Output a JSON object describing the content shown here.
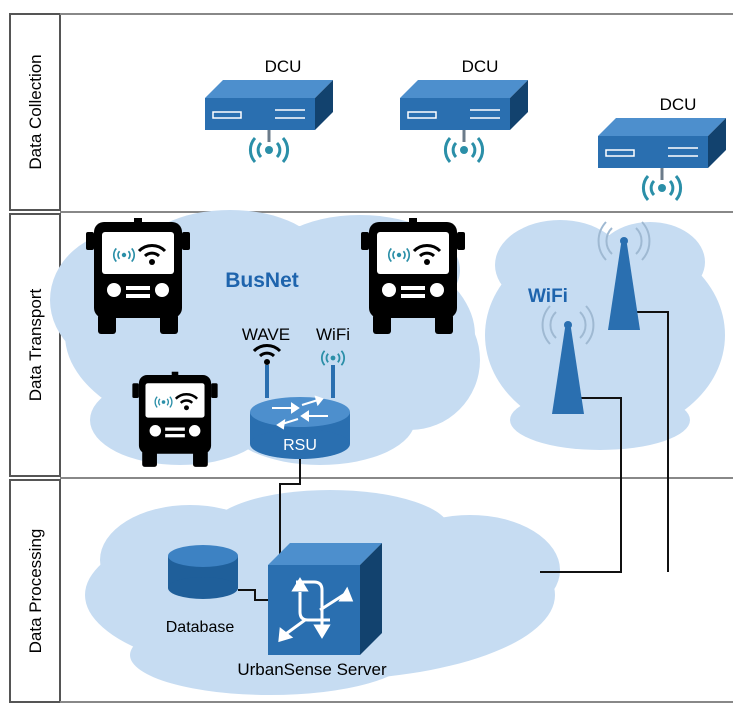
{
  "layers": {
    "collection": "Data Collection",
    "transport": "Data Transport",
    "processing": "Data Processing"
  },
  "labels": {
    "dcu": "DCU",
    "busnet": "BusNet",
    "wifi_cloud": "WiFi",
    "wave": "WAVE",
    "wifi_antenna": "WiFi",
    "rsu": "RSU",
    "database": "Database",
    "server": "UrbanSense Server"
  },
  "colors": {
    "device_blue": "#2a6fb0",
    "device_dark": "#12426e",
    "signal_teal": "#2b8fa8",
    "cloud": "#c6dcf2",
    "label_blue": "#1e64ad",
    "line": "#111111"
  }
}
